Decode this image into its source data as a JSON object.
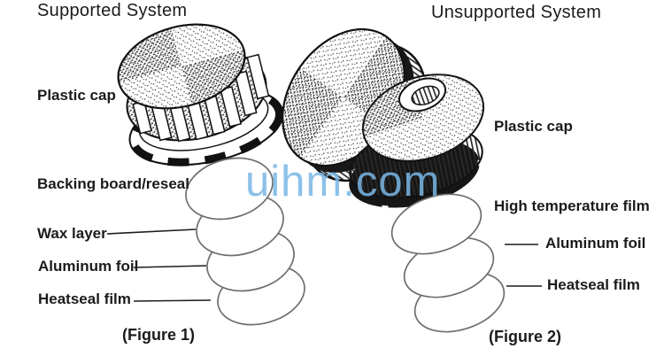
{
  "watermark": {
    "text": "uihm.com",
    "color": "#79b7e6"
  },
  "ink_color": "#1b1b1b",
  "figure1": {
    "title": "Supported System",
    "labels": {
      "plastic_cap": "Plastic cap",
      "backing_board": "Backing board/reseal",
      "wax_layer": "Wax layer",
      "aluminum_foil": "Aluminum foil",
      "heatseal_film": "Heatseal film"
    },
    "caption": "(Figure 1)"
  },
  "figure2": {
    "title": "Unsupported System",
    "labels": {
      "plastic_cap": "Plastic cap",
      "high_temp_film": "High temperature film",
      "aluminum_foil": "Aluminum foil",
      "heatseal_film": "Heatseal film"
    },
    "caption": "(Figure 2)"
  }
}
